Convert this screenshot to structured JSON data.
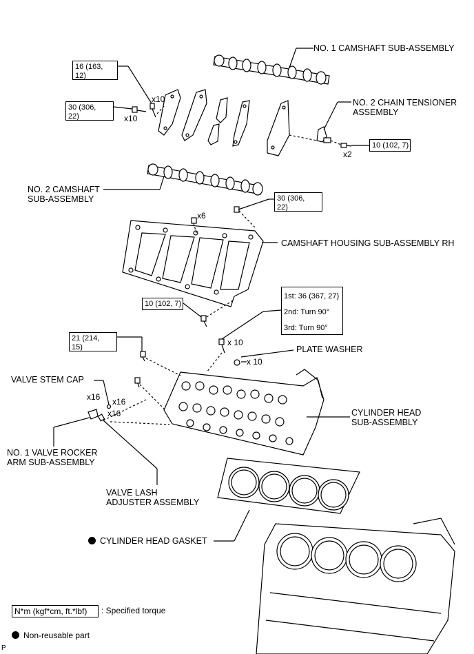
{
  "parts": {
    "camshaft1": "NO. 1 CAMSHAFT SUB-ASSEMBLY",
    "chain_tensioner": "NO. 2 CHAIN TENSIONER\nASSEMBLY",
    "camshaft2": "NO. 2 CAMSHAFT\nSUB-ASSEMBLY",
    "camshaft_housing": "CAMSHAFT HOUSING SUB-ASSEMBLY RH",
    "plate_washer": "PLATE WASHER",
    "valve_stem_cap": "VALVE STEM CAP",
    "cylinder_head": "CYLINDER HEAD\nSUB-ASSEMBLY",
    "rocker_arm": "NO. 1 VALVE ROCKER\nARM SUB-ASSEMBLY",
    "lash_adjuster": "VALVE LASH\nADJUSTER ASSEMBLY",
    "head_gasket": "CYLINDER HEAD GASKET"
  },
  "torques": {
    "t1": "16 (163,\n12)",
    "t2": "30 (306,\n22)",
    "t3": "10 (102, 7)",
    "t4": "30 (306,\n22)",
    "t5": "10 (102, 7)",
    "t6_step1": "1st: 36 (367, 27)",
    "t6_step2": "2nd: Turn 90°",
    "t6_step3": "3rd: Turn 90°",
    "t7": "21 (214,\n15)"
  },
  "quantities": {
    "q_x10_a": "x10",
    "q_x10_b": "x10",
    "q_x2": "x2",
    "q_x6": "x6",
    "q_x10_c": "x 10",
    "q_x10_d": "x 10",
    "q_x16_a": "x16",
    "q_x16_b": "x16",
    "q_x16_c": "x16"
  },
  "legend": {
    "torque_unit": "N*m (kgf*cm, ft.*lbf)",
    "torque_desc": ": Specified torque",
    "nonreusable": "Non-reusable part"
  },
  "corner_mark": "P"
}
